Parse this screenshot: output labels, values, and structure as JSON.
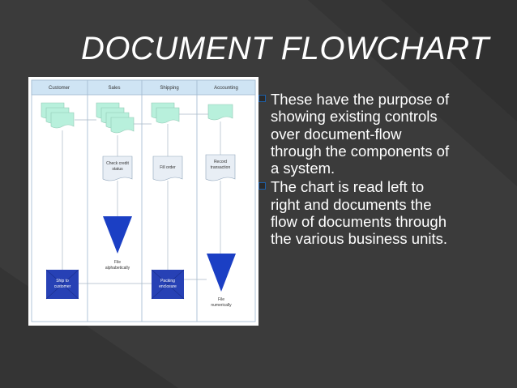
{
  "slide": {
    "title": "DOCUMENT FLOWCHART",
    "bullets": [
      "These have the purpose of showing existing controls over document-flow through the components of a system.",
      "The chart is read left to right and documents the flow of documents through the various business units."
    ]
  },
  "diagram": {
    "lanes": [
      "Customer",
      "Sales",
      "Shipping",
      "Accounting"
    ],
    "steps": {
      "check_credit": [
        "Check credit",
        "status"
      ],
      "fill_order": [
        "Fill order"
      ],
      "record_transaction": [
        "Record",
        "transaction"
      ],
      "file_alpha": [
        "File",
        "alphabetically"
      ],
      "file_numeric": [
        "File",
        "numerically"
      ],
      "ship_to_customer": [
        "Ship to",
        "customer"
      ],
      "packing_enclosure": [
        "Packing",
        "enclosure"
      ]
    },
    "colors": {
      "lane_header": "#cfe4f4",
      "document": "#b8f0dc",
      "storage": "#1b3fc4",
      "process_box": "#2741b5",
      "step_fill": "#e8eef5"
    }
  }
}
